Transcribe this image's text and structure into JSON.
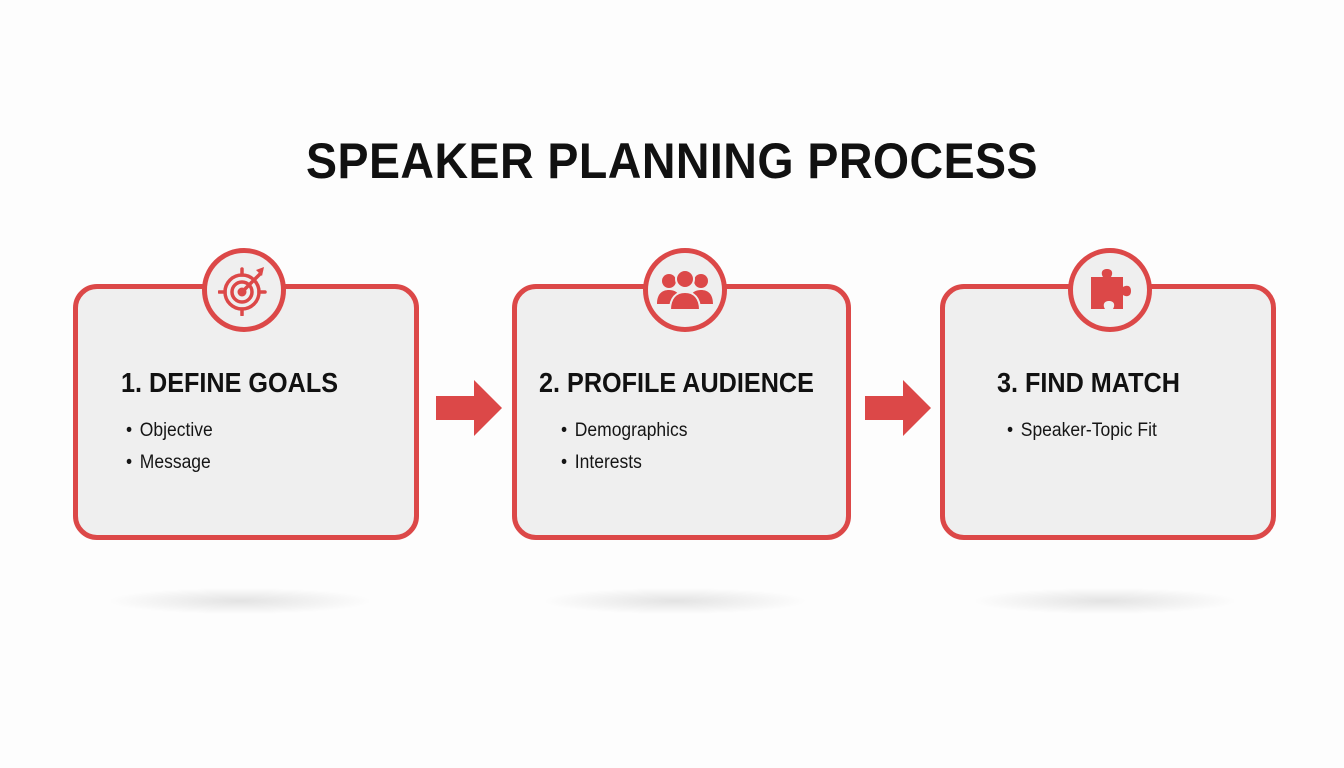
{
  "title": "SPEAKER PLANNING PROCESS",
  "colors": {
    "accent": "#dc4848",
    "card_fill": "#efefef",
    "text": "#111111",
    "background": "#fdfdfd"
  },
  "steps": [
    {
      "icon": "target-icon",
      "heading": "1. DEFINE GOALS",
      "bullets": [
        "Objective",
        "Message"
      ]
    },
    {
      "icon": "audience-icon",
      "heading": "2. PROFILE AUDIENCE",
      "bullets": [
        "Demographics",
        "Interests"
      ]
    },
    {
      "icon": "puzzle-icon",
      "heading": "3. FIND MATCH",
      "bullets": [
        "Speaker-Topic Fit"
      ]
    }
  ],
  "connectors": [
    "arrow-right",
    "arrow-right"
  ]
}
